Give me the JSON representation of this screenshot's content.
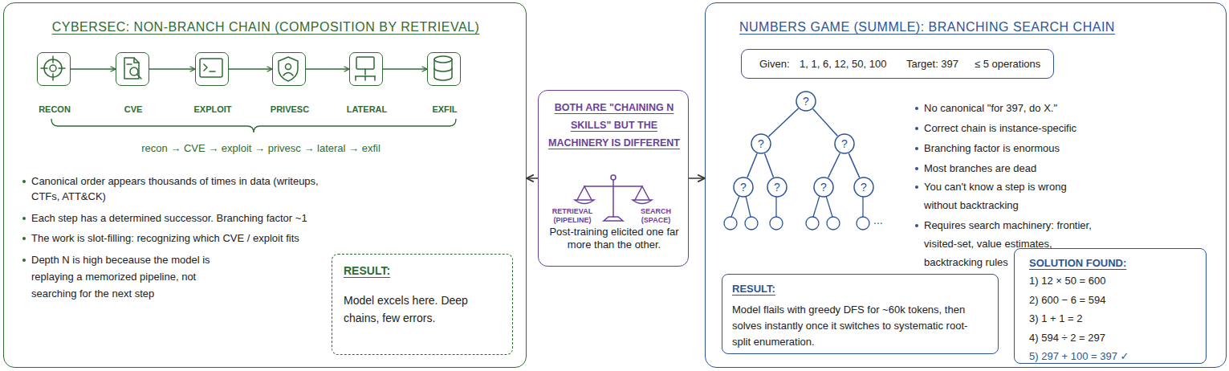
{
  "diagram": {
    "nodes": [
      {
        "text": [
          "CYBERSEC: NON-BRANCH CHAIN (COMPOSITION BY RETRIEVAL)",
          "recon → CVE → exploit → privesc → lateral → exfil",
          "Canonical order appears thousands of times in data (writeups, CTFs, ATT&CK)",
          "Each step has a determined successor. Branching factor ~1",
          "The work is slot-filling: recognizing which CVE / exploit fits",
          "Depth N is high beceause the model is replaying a memorized pipeline, not searching for the next step"
        ]
      },
      {
        "text": [
          "RECON"
        ],
        "in": 0
      },
      {
        "text": [
          "CVE"
        ],
        "in": 0
      },
      {
        "text": [
          "EXPLOIT"
        ],
        "in": 0
      },
      {
        "text": [
          "PRIVESC"
        ],
        "in": 0
      },
      {
        "text": [
          "LATERAL"
        ],
        "in": 0
      },
      {
        "text": [
          "EXFIL"
        ],
        "in": 0
      },
      {
        "text": [
          "RESULT:",
          "Model excels here. Deep chains, few errors."
        ],
        "in": 0
      },
      {
        "text": [
          "BOTH ARE \"CHAINING N SKILLS\" BUT THE MACHINERY IS DIFFERENT",
          "RETRIEVAL (PIPELINE)",
          "SEARCH (SPACE)",
          "Post-training elicited one far more than the other."
        ]
      },
      {
        "text": [
          "NUMBERS GAME (SUMMLE): BRANCHING SEARCH CHAIN",
          "No canonical \"for 397, do X.\"",
          "Correct chain is instance-specific",
          "Branching factor is enormous",
          "Most branches are dead",
          "You can't know a step is wrong without backtracking",
          "Requires search machinery: frontier, visited-set, value estimates, backtracking rules"
        ]
      },
      {
        "text": [
          "Given:",
          "1, 1, 6, 12, 50, 100",
          "Target: 397",
          "≤ 5 operations"
        ],
        "in": 9
      },
      {
        "text": [
          "?"
        ],
        "in": 9
      },
      {
        "text": [
          "?"
        ],
        "in": 9
      },
      {
        "text": [
          "?"
        ],
        "in": 9
      },
      {
        "text": [
          "?"
        ],
        "in": 9
      },
      {
        "text": [
          "?"
        ],
        "in": 9
      },
      {
        "text": [
          "?"
        ],
        "in": 9
      },
      {
        "text": [
          "?"
        ],
        "in": 9
      },
      {
        "text": [
          "RESULT:",
          "Model flails with greedy DFS for ~60k tokens, then solves instantly once it switches to systematic root-split enumeration."
        ],
        "in": 9
      },
      {
        "text": [
          "SOLUTION FOUND:",
          "1) 12 × 50 = 600",
          "2) 600 − 6 = 594",
          "3) 1 + 1 = 2",
          "4) 594 ÷ 2 = 297",
          "5) 297 + 100 = 397 ✓"
        ],
        "in": 9
      }
    ],
    "edges": [
      {
        "from": 1,
        "to": 2,
        "arrow": "to"
      },
      {
        "from": 2,
        "to": 3,
        "arrow": "to"
      },
      {
        "from": 3,
        "to": 4,
        "arrow": "to"
      },
      {
        "from": 4,
        "to": 5,
        "arrow": "to"
      },
      {
        "from": 5,
        "to": 6,
        "arrow": "to"
      },
      {
        "from": 8,
        "to": 0,
        "arrow": "to"
      },
      {
        "from": 8,
        "to": 9,
        "arrow": "to"
      },
      {
        "from": 11,
        "to": 12,
        "arrow": "none"
      },
      {
        "from": 11,
        "to": 13,
        "arrow": "none"
      },
      {
        "from": 12,
        "to": 14,
        "arrow": "none"
      },
      {
        "from": 12,
        "to": 15,
        "arrow": "none"
      },
      {
        "from": 13,
        "to": 16,
        "arrow": "none"
      },
      {
        "from": 13,
        "to": 17,
        "arrow": "none"
      }
    ],
    "labels": [
      "..."
    ]
  }
}
